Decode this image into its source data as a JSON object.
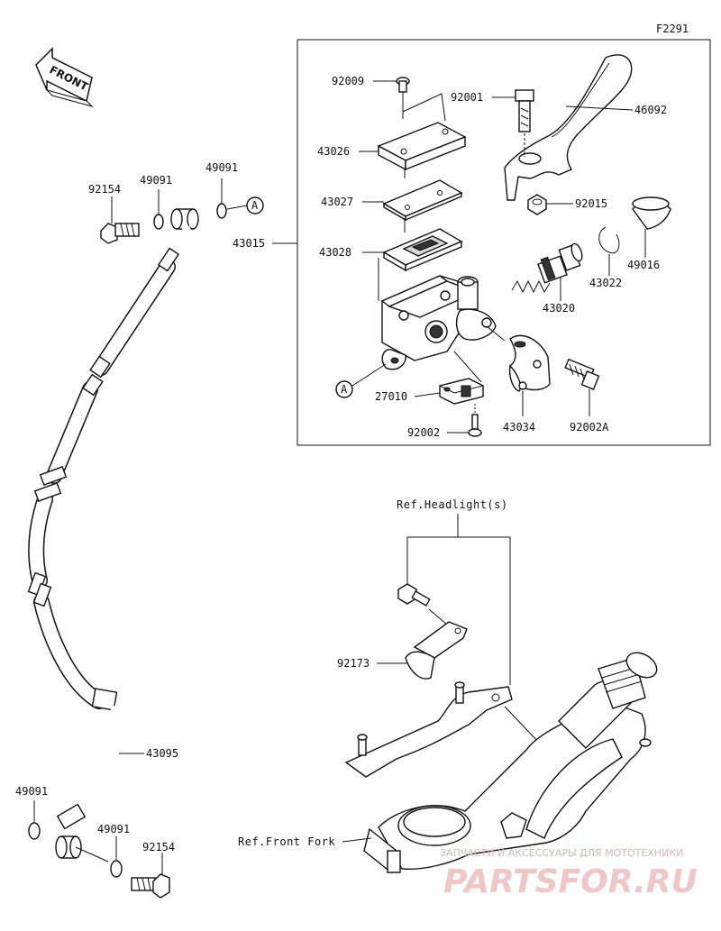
{
  "figure_code": "F2291",
  "front_label": "FRONT",
  "callout": {
    "A_top": "A",
    "A_bottom": "A"
  },
  "parts": {
    "p92009": "92009",
    "p92001": "92001",
    "p46092": "46092",
    "p43026": "43026",
    "p43027": "43027",
    "p92015": "92015",
    "p43015": "43015",
    "p43028": "43028",
    "p49016": "49016",
    "p43022": "43022",
    "p43020": "43020",
    "p27010": "27010",
    "p43034": "43034",
    "p92002A": "92002A",
    "p92002": "92002",
    "p92154_top": "92154",
    "p49091_top1": "49091",
    "p49091_top2": "49091",
    "p92173": "92173",
    "p43095": "43095",
    "p49091_bot1": "49091",
    "p49091_bot2": "49091",
    "p92154_bot": "92154"
  },
  "refs": {
    "headlight": "Ref.Headlight(s)",
    "front_fork": "Ref.Front Fork"
  },
  "watermark": {
    "tagline": "ЗАПЧАСТИ И АКСЕССУАРЫ ДЛЯ МОТОТЕХНИКИ",
    "brand": "PARTSFOR.RU"
  }
}
